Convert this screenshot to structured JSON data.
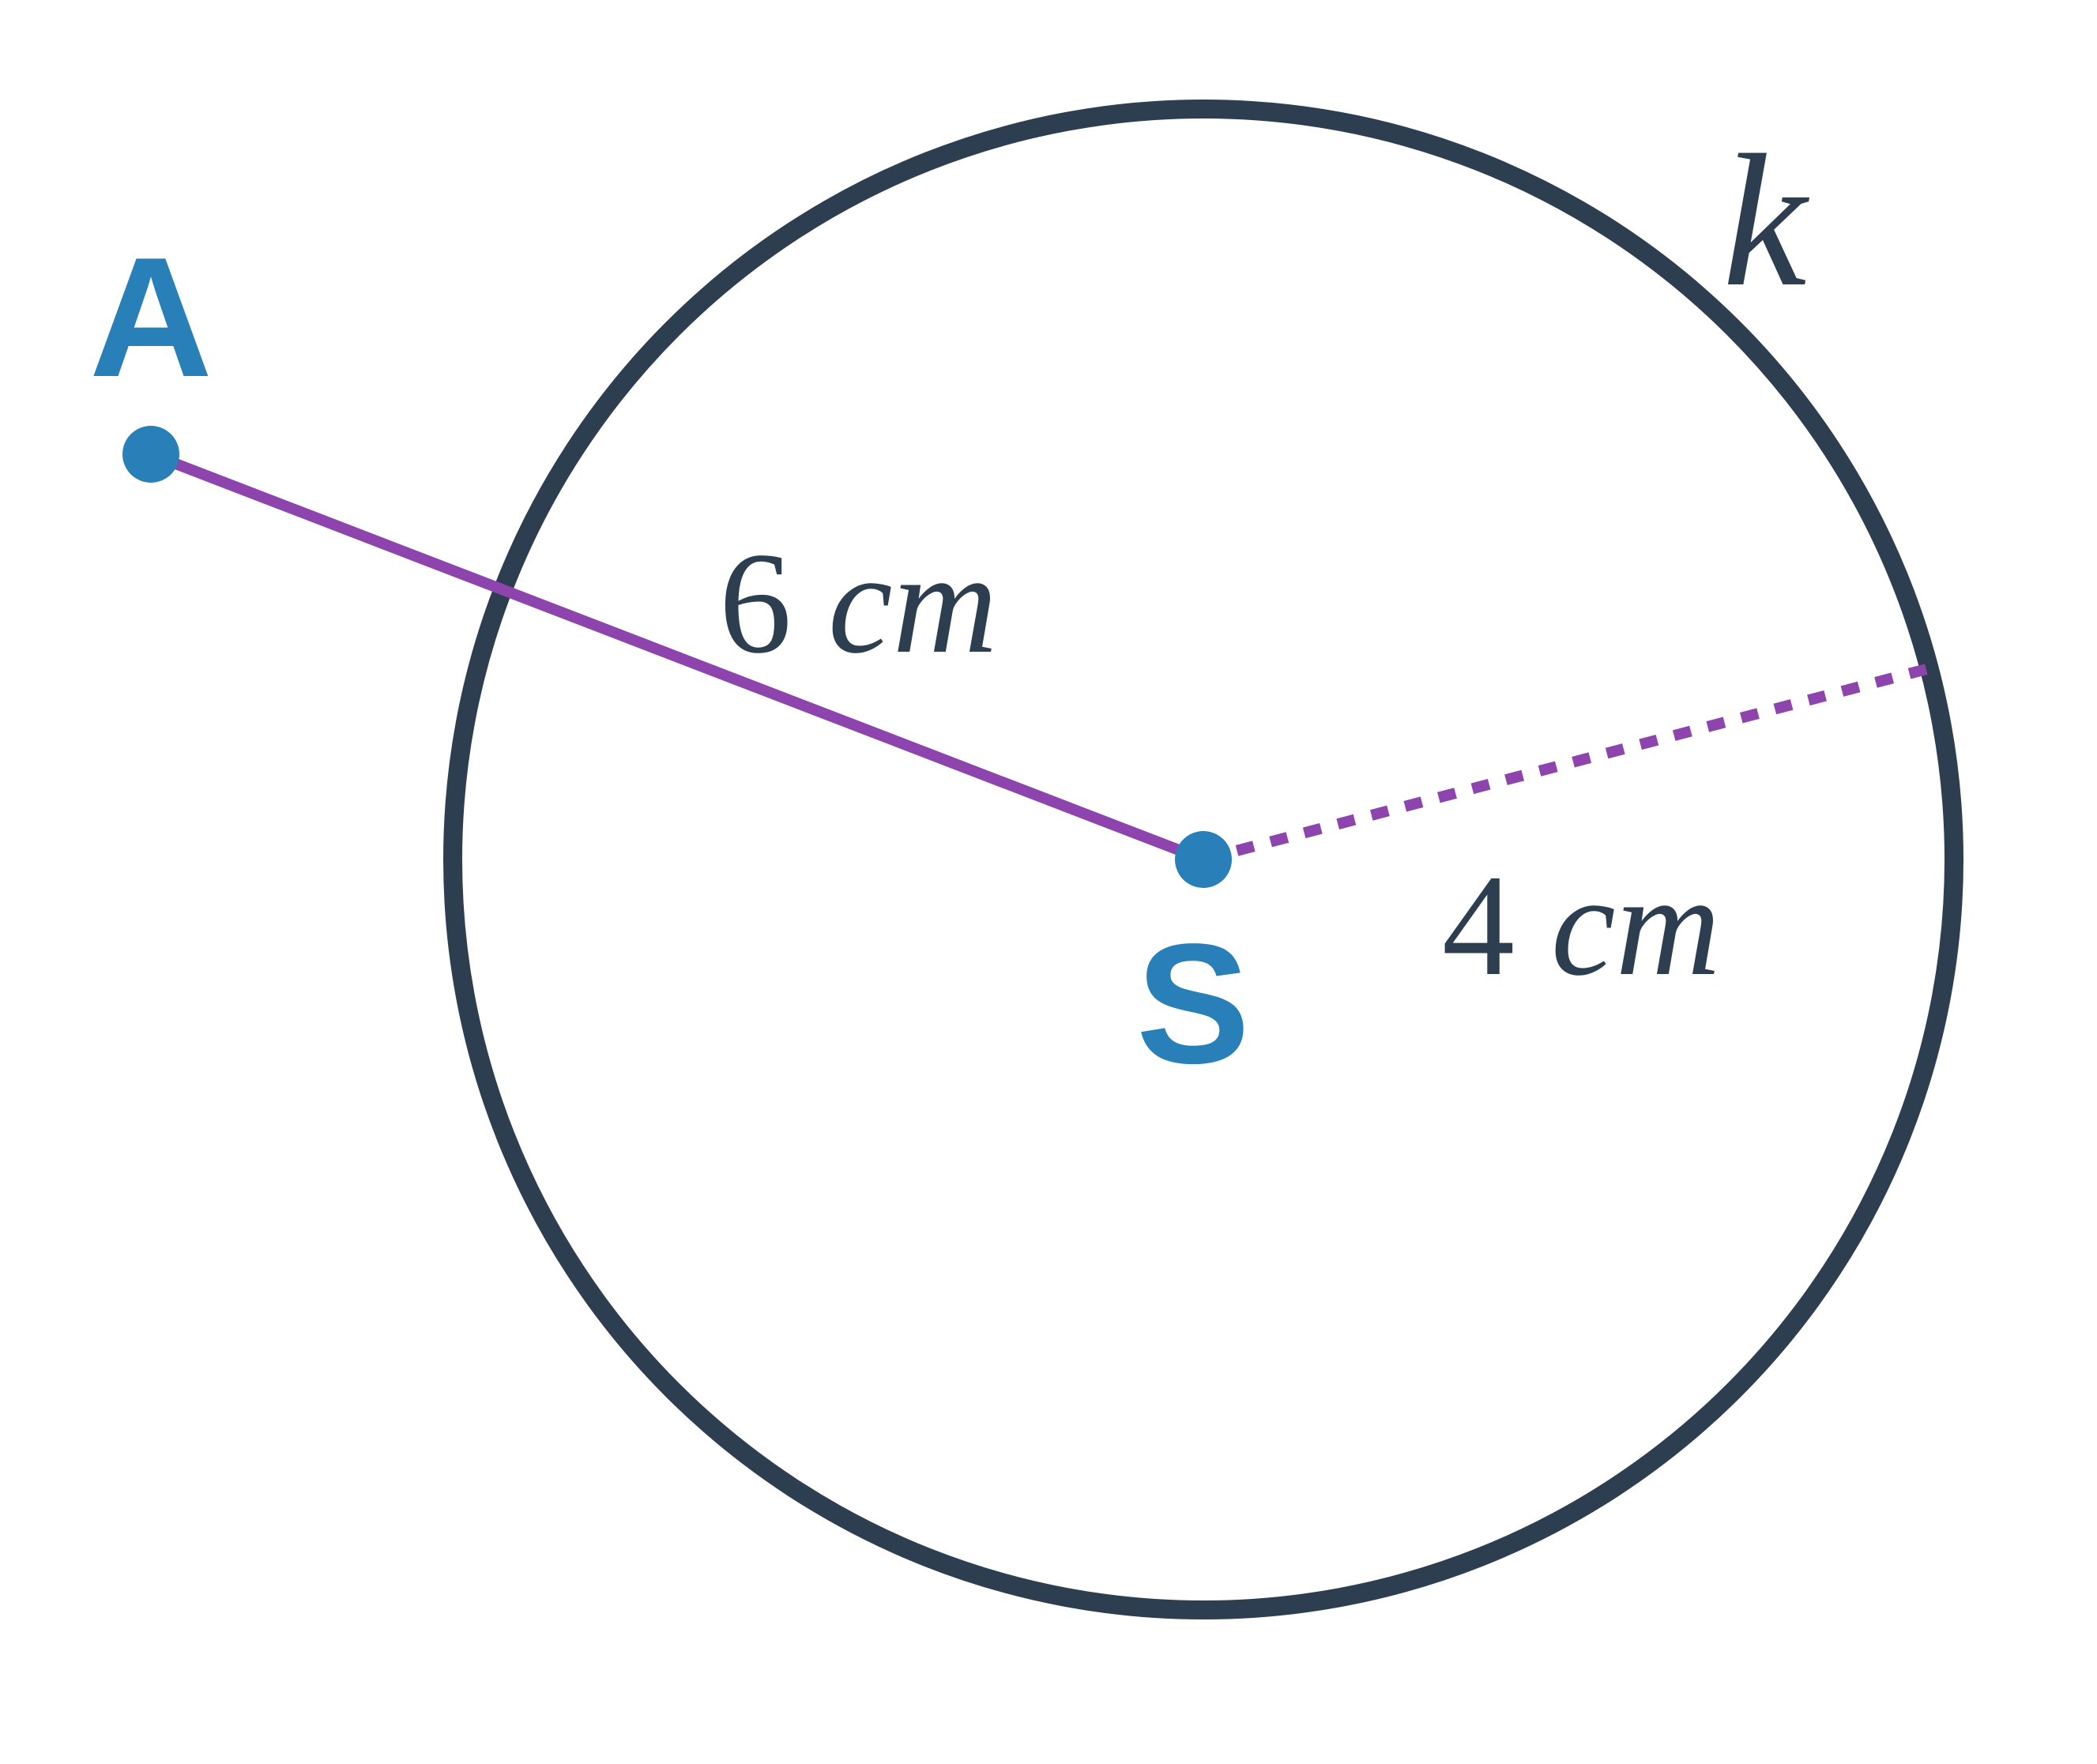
{
  "diagram": {
    "colors": {
      "circle": "#2c3e50",
      "segment": "#8e44ad",
      "point": "#2980b9",
      "text": "#2c3e50"
    },
    "circle": {
      "label": "k"
    },
    "points": {
      "A": {
        "label": "A"
      },
      "S": {
        "label": "S"
      }
    },
    "segments": {
      "AS": {
        "number": "6",
        "unit": "cm",
        "style": "solid"
      },
      "radius": {
        "number": "4",
        "unit": "cm",
        "style": "dotted"
      }
    }
  }
}
